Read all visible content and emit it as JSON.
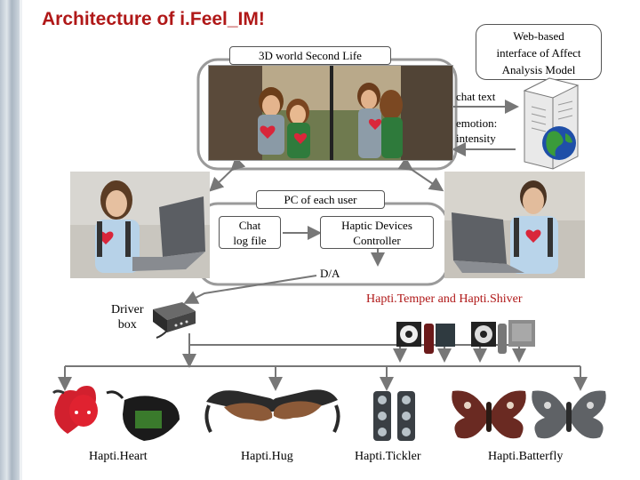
{
  "title": "Architecture of i.Feel_IM!",
  "boxes": {
    "second_life": "3D world Second Life",
    "web_interface": [
      "Web-based",
      "interface of Affect",
      "Analysis Model"
    ],
    "pc": "PC of each user",
    "chat_log": [
      "Chat",
      "log file"
    ],
    "haptic_controller": [
      "Haptic Devices",
      "Controller"
    ]
  },
  "labels": {
    "chat_text": "chat text",
    "emotion": [
      "emotion:",
      "intensity"
    ],
    "da": "D/A",
    "driver_box": [
      "Driver",
      "box"
    ],
    "temper_shiver": "Hapti.Temper and Hapti.Shiver"
  },
  "devices": [
    "Hapti.Heart",
    "Hapti.Hug",
    "Hapti.Tickler",
    "Hapti.Batterfly"
  ],
  "colors": {
    "title": "#b01818",
    "accent_label": "#b01818",
    "connector": "#9a9a9a"
  }
}
